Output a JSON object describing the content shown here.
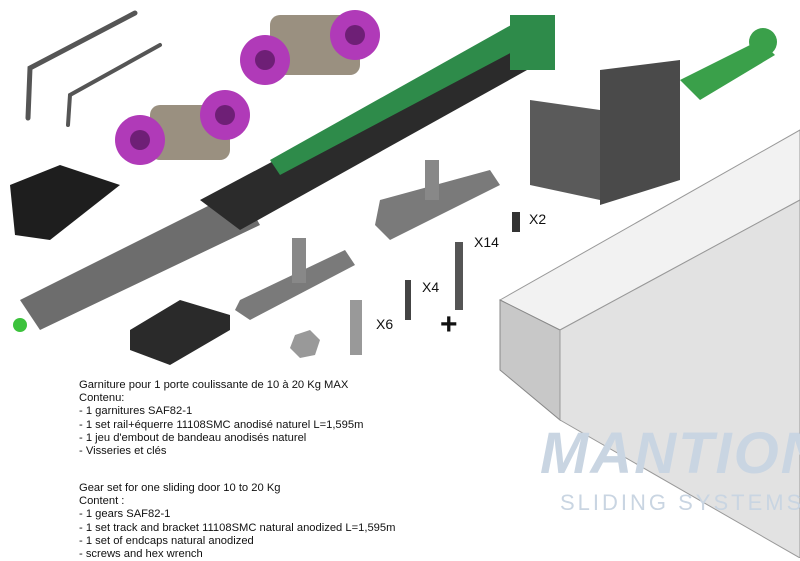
{
  "watermark": {
    "brand": "MANTION",
    "tagline": "SLIDING SYSTEMS"
  },
  "quantities": {
    "x2": "X2",
    "x14": "X14",
    "x4": "X4",
    "x6": "X6",
    "plus": "+"
  },
  "description_fr": {
    "title": "Garniture pour 1 porte coulissante de 10 à 20 Kg MAX",
    "heading": "Contenu:",
    "items": [
      "- 1 garnitures SAF82-1",
      "- 1 set rail+équerre 11108SMC anodisé naturel L=1,595m",
      "- 1 jeu d'embout de bandeau anodisés naturel",
      "- Visseries et clés"
    ]
  },
  "description_en": {
    "title": "Gear set for one sliding door 10 to 20 Kg",
    "heading": "Content :",
    "items": [
      "- 1 gears SAF82-1",
      "- 1 set track and bracket 11108SMC natural anodized L=1,595m",
      "- 1 set of endcaps natural anodized",
      "- screws and hex wrench"
    ]
  },
  "colors": {
    "wheel": "#b03ab8",
    "green": "#2e8b4a",
    "metal": "#8a8a8a",
    "rail": "#e4e4e4"
  }
}
